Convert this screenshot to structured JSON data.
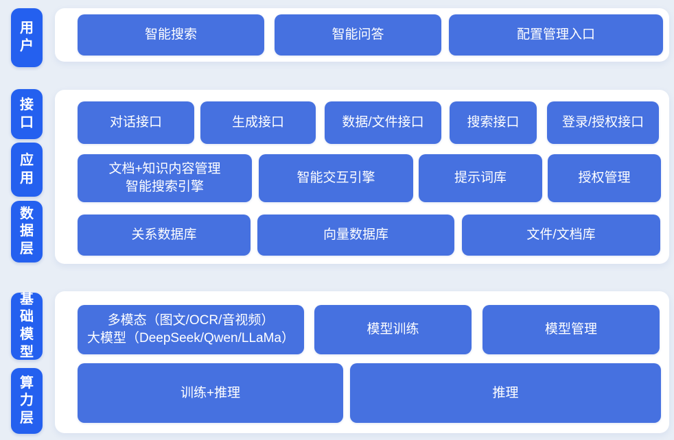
{
  "colors": {
    "background": "#e8eef6",
    "layer_label_blue": "#2460ef",
    "box_blue": "#4671e0",
    "panel_white": "#ffffff",
    "text_white": "#ffffff"
  },
  "layer_labels": [
    {
      "id": "user",
      "label": "用户"
    },
    {
      "id": "interface",
      "label": "接口"
    },
    {
      "id": "application",
      "label": "应用"
    },
    {
      "id": "data",
      "label": "数据层"
    },
    {
      "id": "foundation_model",
      "label": "基础模型"
    },
    {
      "id": "compute",
      "label": "算力层"
    }
  ],
  "sections": [
    {
      "name": "user-layer",
      "rows": [
        {
          "boxes": [
            {
              "label": "智能搜索"
            },
            {
              "label": "智能问答"
            },
            {
              "label": "配置管理入口"
            }
          ]
        }
      ]
    },
    {
      "name": "interface-application-data-layer",
      "rows": [
        {
          "boxes": [
            {
              "label": "对话接口"
            },
            {
              "label": "生成接口"
            },
            {
              "label": "数据/文件接口"
            },
            {
              "label": "搜索接口"
            },
            {
              "label": "登录/授权接口"
            }
          ]
        },
        {
          "boxes": [
            {
              "label": "文档+知识内容管理\n智能搜索引擎"
            },
            {
              "label": "智能交互引擎"
            },
            {
              "label": "提示词库"
            },
            {
              "label": "授权管理"
            }
          ]
        },
        {
          "boxes": [
            {
              "label": "关系数据库"
            },
            {
              "label": "向量数据库"
            },
            {
              "label": "文件/文档库"
            }
          ]
        }
      ]
    },
    {
      "name": "model-compute-layer",
      "rows": [
        {
          "boxes": [
            {
              "label": "多模态（图文/OCR/音视频）\n大模型（DeepSeek/Qwen/LLaMa）"
            },
            {
              "label": "模型训练"
            },
            {
              "label": "模型管理"
            }
          ]
        },
        {
          "boxes": [
            {
              "label": "训练+推理"
            },
            {
              "label": "推理"
            }
          ]
        }
      ]
    }
  ]
}
